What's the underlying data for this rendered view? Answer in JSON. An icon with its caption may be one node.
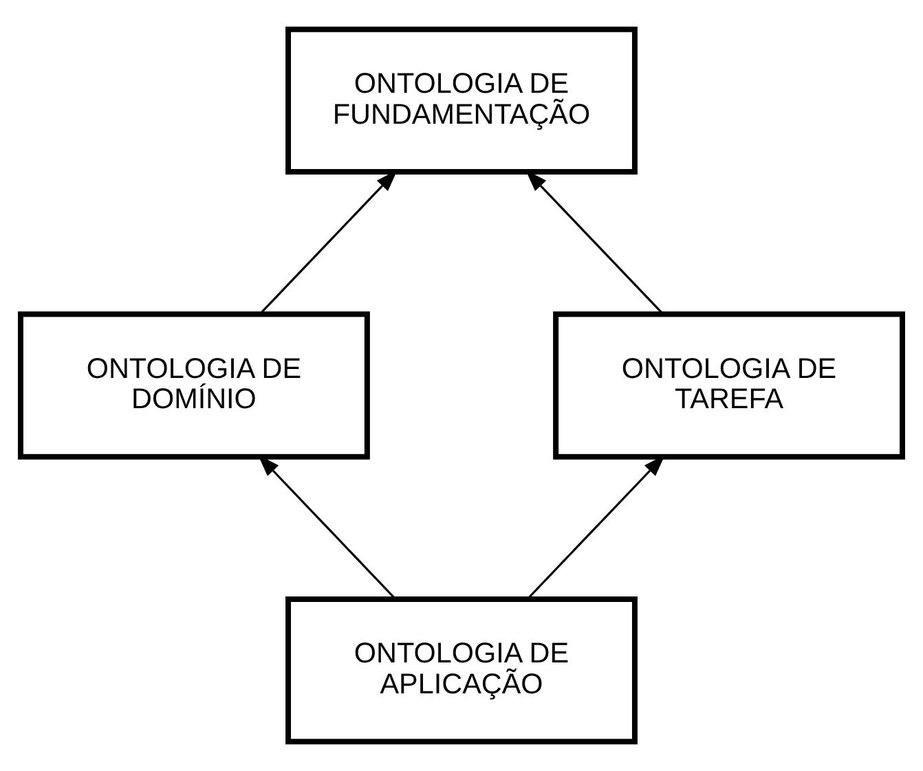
{
  "diagram": {
    "nodes": [
      {
        "text": [
          "ONTOLOGIA DE FUNDAMENTAÇÃO"
        ]
      },
      {
        "text": [
          "ONTOLOGIA DE DOMÍNIO"
        ]
      },
      {
        "text": [
          "ONTOLOGIA DE TAREFA"
        ]
      },
      {
        "text": [
          "ONTOLOGIA DE APLICAÇÃO"
        ]
      }
    ],
    "edges": [
      {
        "from": 1,
        "to": 0,
        "arrow": "to"
      },
      {
        "from": 2,
        "to": 0,
        "arrow": "to"
      },
      {
        "from": 3,
        "to": 1,
        "arrow": "to"
      },
      {
        "from": 3,
        "to": 2,
        "arrow": "to"
      }
    ]
  }
}
